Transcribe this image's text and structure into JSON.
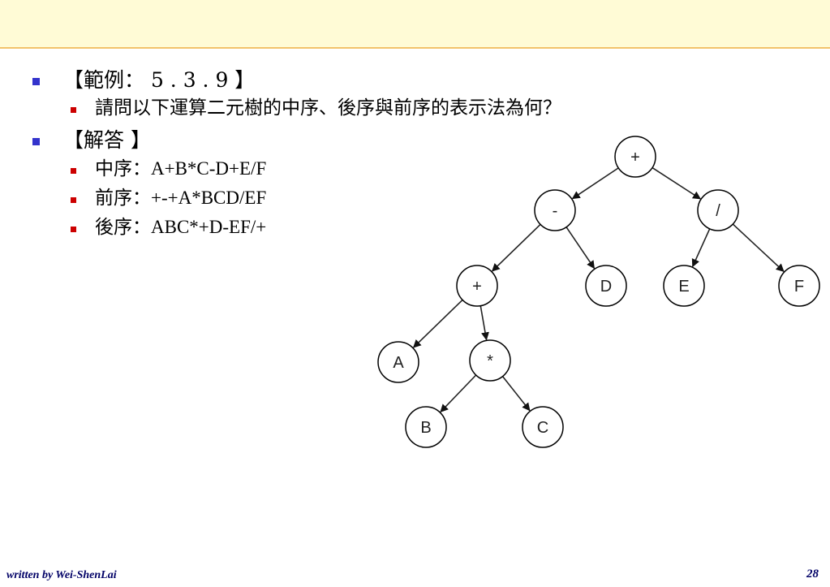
{
  "slide": {
    "example_heading": "【範例： 5 . 3 . 9 】",
    "question": "請問以下運算二元樹的中序、後序與前序的表示法為何？",
    "answer_heading": "【解答 】",
    "inorder_label": "中序：",
    "inorder_value": "A+B*C-D+E/F",
    "preorder_label": "前序：",
    "preorder_value": "+-+A*BCD/EF",
    "postorder_label": "後序：",
    "postorder_value": "ABC*+D-EF/+"
  },
  "tree": {
    "nodes": [
      {
        "id": "root",
        "label": "+"
      },
      {
        "id": "minus",
        "label": "-"
      },
      {
        "id": "div",
        "label": "/"
      },
      {
        "id": "plus2",
        "label": "+"
      },
      {
        "id": "D",
        "label": "D"
      },
      {
        "id": "E",
        "label": "E"
      },
      {
        "id": "F",
        "label": "F"
      },
      {
        "id": "A",
        "label": "A"
      },
      {
        "id": "star",
        "label": "*"
      },
      {
        "id": "B",
        "label": "B"
      },
      {
        "id": "C",
        "label": "C"
      }
    ],
    "edges": [
      [
        "root",
        "minus"
      ],
      [
        "root",
        "div"
      ],
      [
        "minus",
        "plus2"
      ],
      [
        "minus",
        "D"
      ],
      [
        "div",
        "E"
      ],
      [
        "div",
        "F"
      ],
      [
        "plus2",
        "A"
      ],
      [
        "plus2",
        "star"
      ],
      [
        "star",
        "B"
      ],
      [
        "star",
        "C"
      ]
    ]
  },
  "footer": {
    "author": "written by Wei-ShenLai",
    "page_number": "28"
  },
  "colors": {
    "header_band": "#fffbd6",
    "header_rule": "#f2c26b",
    "level1_bullet": "#3333cc",
    "level2_bullet": "#cc0000",
    "footer_text": "#000066"
  }
}
